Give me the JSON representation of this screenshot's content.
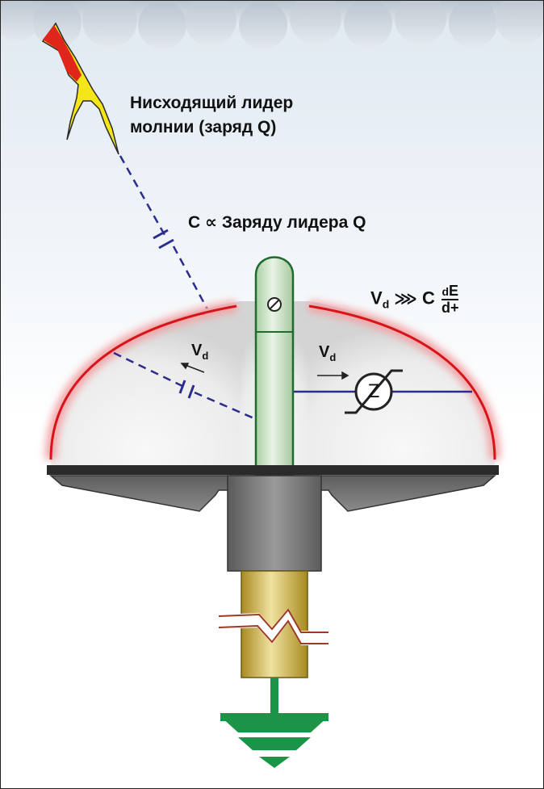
{
  "labels": {
    "leader_line1": "Нисходящий лидер",
    "leader_line2": "молнии (заряд Q)",
    "capacitance_c": "C",
    "proportional_symbol": "∝",
    "capacitance_text": "Заряду лидера Q",
    "vd_letter": "V",
    "vd_subscript": "d",
    "formula_arrow": "⋙",
    "formula_c": "C",
    "formula_num_d": "d",
    "formula_num_e": "E",
    "formula_den": "d+",
    "impedance_symbol": "Z"
  },
  "colors": {
    "lightning_outer": "#e0261a",
    "lightning_inner": "#f5e619",
    "dashed_line": "#2b2d8c",
    "dome_edge": "#d6141a",
    "rod_green": "#1f6b2e",
    "rod_fill": "#c9e0c4",
    "ground_symbol": "#1b9447",
    "gold_pipe": "#c8a93a",
    "base_grey": "#6f6f6f"
  },
  "icons": {
    "ground": "ground-icon",
    "impedance": "impedance-icon",
    "capacitor": "capacitor-icon",
    "screw": "screw-icon",
    "break": "break-mark-icon"
  }
}
